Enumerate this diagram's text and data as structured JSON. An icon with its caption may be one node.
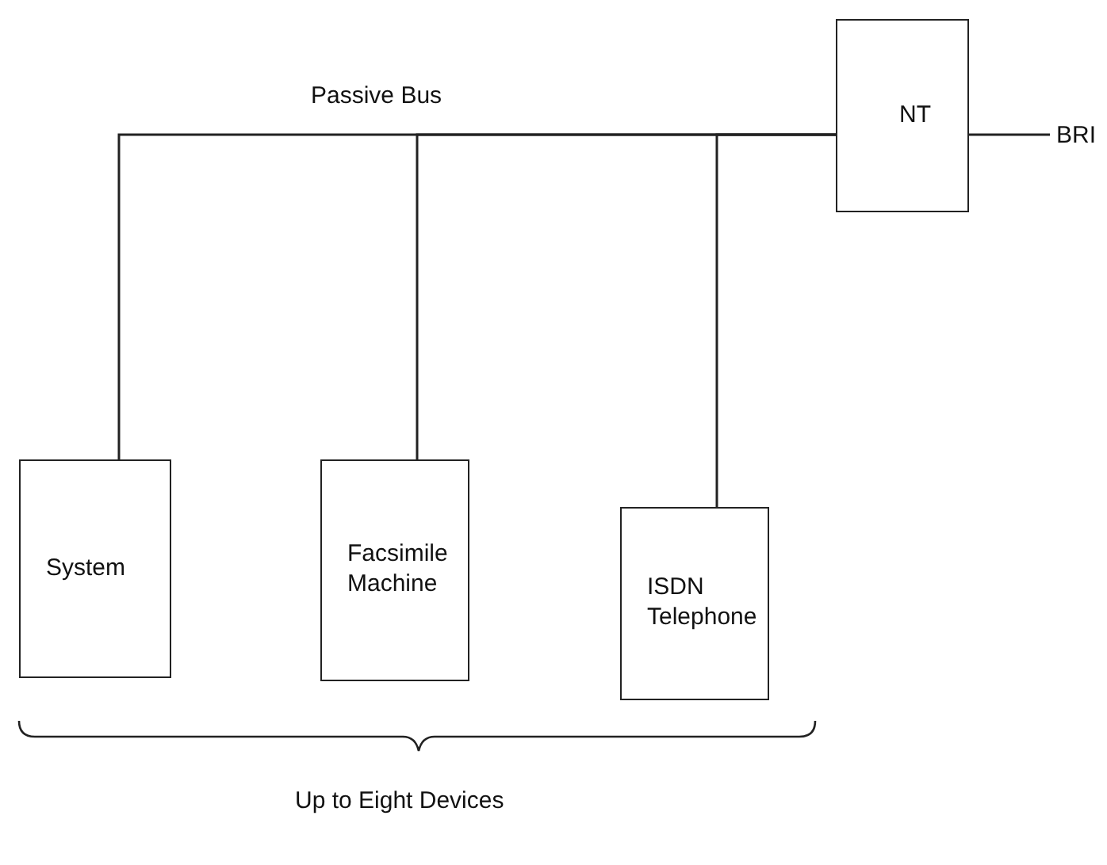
{
  "diagram": {
    "nodes": [
      {
        "text": [
          "NT"
        ]
      },
      {
        "text": [
          "BRI"
        ]
      },
      {
        "text": [
          "System"
        ]
      },
      {
        "text": [
          "Facsimile Machine"
        ]
      },
      {
        "text": [
          "ISDN Telephone"
        ]
      }
    ],
    "edges": [
      {
        "from": 0,
        "to": 1,
        "arrow": "none"
      },
      {
        "from": 0,
        "to": 2,
        "arrow": "none"
      },
      {
        "from": 0,
        "to": 3,
        "arrow": "none"
      },
      {
        "from": 0,
        "to": 4,
        "arrow": "none"
      }
    ],
    "labels": [
      "Passive Bus",
      "Up to Eight Devices"
    ]
  }
}
